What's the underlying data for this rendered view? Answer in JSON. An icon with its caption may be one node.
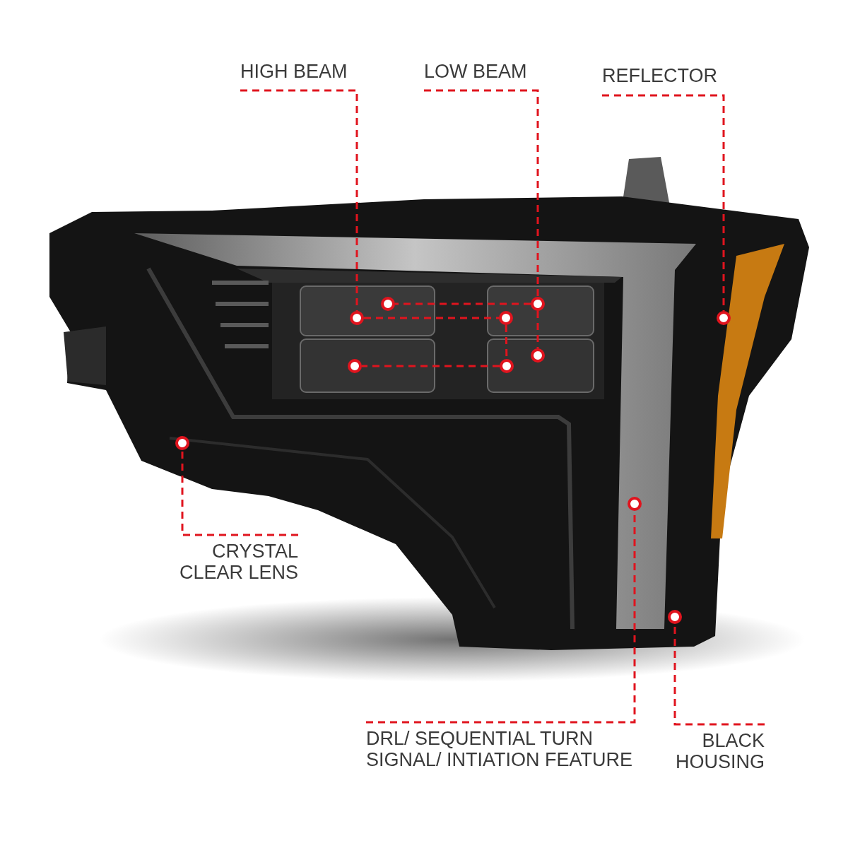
{
  "diagram": {
    "nodes": [
      {
        "text": [
          "HIGH BEAM"
        ]
      },
      {
        "text": [
          "LOW BEAM"
        ]
      },
      {
        "text": [
          "REFLECTOR"
        ]
      },
      {
        "text": [
          "CRYSTAL CLEAR LENS"
        ]
      },
      {
        "text": [
          "DRL/ SEQUENTIAL TURN SIGNAL/ INTIATION FEATURE"
        ]
      },
      {
        "text": [
          "BLACK HOUSING"
        ]
      },
      {
        "text": [],
        "shape": "circle"
      },
      {
        "text": [],
        "shape": "circle"
      },
      {
        "text": [],
        "shape": "circle"
      },
      {
        "text": [],
        "shape": "circle"
      },
      {
        "text": [],
        "shape": "circle"
      },
      {
        "text": [],
        "shape": "circle"
      },
      {
        "text": [],
        "shape": "circle"
      },
      {
        "text": [],
        "shape": "circle"
      },
      {
        "text": [],
        "shape": "circle"
      },
      {
        "text": [],
        "shape": "circle"
      },
      {
        "text": [],
        "shape": "circle"
      }
    ],
    "edges": [
      {
        "from": 0,
        "to": 6,
        "arrow": "none",
        "style": "dashed"
      },
      {
        "from": 6,
        "to": 9,
        "arrow": "none",
        "style": "dashed"
      },
      {
        "from": 9,
        "to": 12,
        "arrow": "none",
        "style": "dashed"
      },
      {
        "from": 12,
        "to": 11,
        "arrow": "none",
        "style": "dashed"
      },
      {
        "from": 1,
        "to": 8,
        "arrow": "none",
        "style": "dashed"
      },
      {
        "from": 8,
        "to": 10,
        "arrow": "none",
        "style": "dashed"
      },
      {
        "from": 8,
        "to": 7,
        "arrow": "none",
        "style": "dashed"
      },
      {
        "from": 2,
        "to": 13,
        "arrow": "none",
        "style": "dashed"
      },
      {
        "from": 3,
        "to": 14,
        "arrow": "none",
        "style": "dashed"
      },
      {
        "from": 4,
        "to": 15,
        "arrow": "none",
        "style": "dashed"
      },
      {
        "from": 5,
        "to": 16,
        "arrow": "none",
        "style": "dashed"
      }
    ]
  }
}
